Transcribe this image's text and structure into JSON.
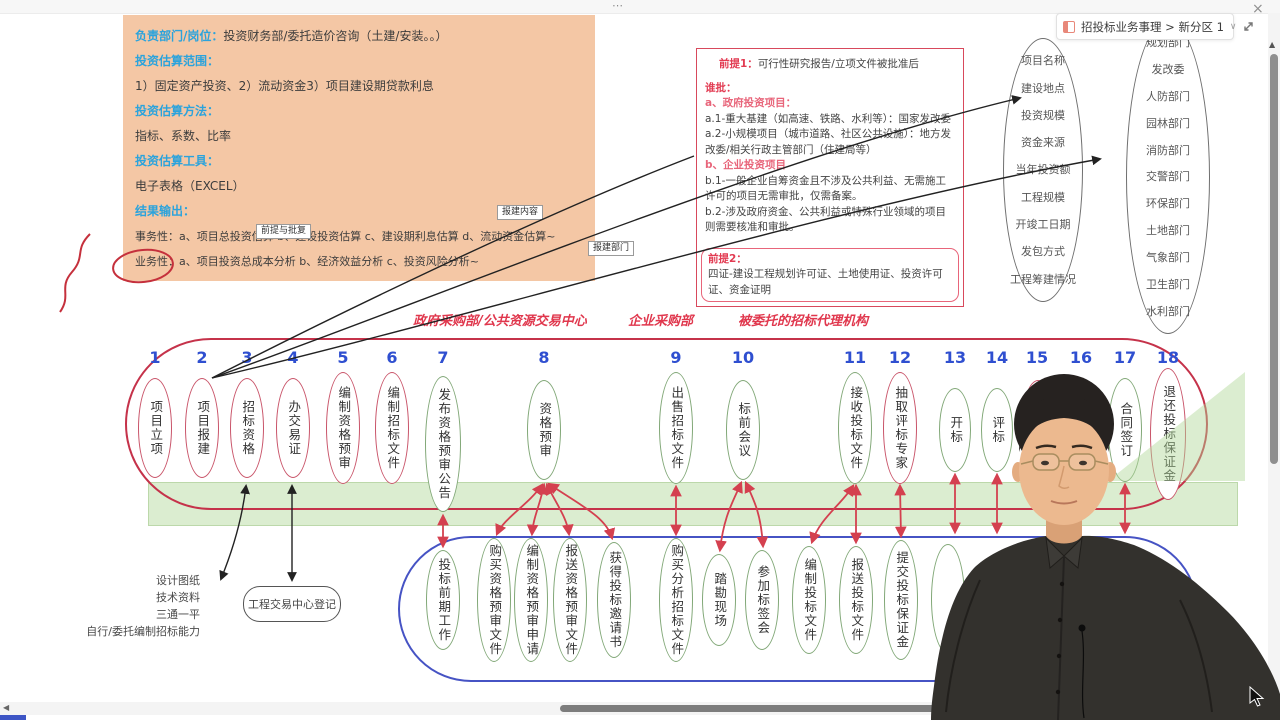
{
  "window": {
    "handle_dots": "⋯",
    "close": "×",
    "tab": {
      "title": "招投标业务事理 > 新分区 1",
      "chevron": "∨"
    }
  },
  "icons": {
    "scroll_up": "▲",
    "scroll_left": "◀"
  },
  "colors": {
    "info_box_bg": "#f4c7a5",
    "heading_blue": "#2ba3dc",
    "label_red": "#e23b52",
    "container_red": "#c5324a",
    "container_blue": "#4653c4",
    "oval_red": "#c9556a",
    "oval_green": "#82a878",
    "arrow_red": "#d4404f",
    "band_green": "#cfe8c2",
    "number_blue": "#2f4fd0"
  },
  "info_box": {
    "l1_label": "负责部门/岗位：",
    "l1_text": "投资财务部/委托造价咨询（土建/安装。。）",
    "l2": "投资估算范围：",
    "l3": "1）固定资产投资、2）流动资金3）项目建设期贷款利息",
    "l4": "投资估算方法：",
    "l5": "指标、系数、比率",
    "l6": "投资估算工具：",
    "l7": "电子表格（EXCEL）",
    "l8": "结果输出：",
    "l9_label": "事务性：",
    "l9_text": "a、项目总投资估算 b、建设投资估算 c、建设期利息估算 d、流动资金估算~",
    "l10_label": "业务性：",
    "l10_text": "a、项目投资总成本分析 b、经济效益分析 c、投资风险分析~"
  },
  "premise_box": {
    "p1_label": "前提1：",
    "p1_text": "可行性研究报告/立项文件被批准后",
    "who": "谁批：",
    "a_label": "a、政府投资项目：",
    "a1": "a.1-重大基建（如高速、铁路、水利等）：国家发改委",
    "a2": "a.2-小规模项目（城市道路、社区公共设施）：地方发改委/相关行政主管部门（住建局等）",
    "b_label": "b、企业投资项目",
    "b1": "b.1-一般企业自筹资金且不涉及公共利益、无需施工许可的项目无需审批，仅需备案。",
    "b2": "b.2-涉及政府资金、公共利益或特殊行业领域的项目则需要核准和审批。",
    "p2_label": "前提2：",
    "p2_text": "四证-建设工程规划许可证、土地使用证、投资许可证、资金证明"
  },
  "report_content_column": {
    "items": [
      "项目名称",
      "建设地点",
      "投资规模",
      "资金来源",
      "当年投资额",
      "工程规模",
      "开竣工日期",
      "发包方式",
      "工程筹建情况"
    ]
  },
  "report_dept_column": {
    "items": [
      "规划部门",
      "发改委",
      "人防部门",
      "园林部门",
      "消防部门",
      "交警部门",
      "环保部门",
      "土地部门",
      "气象部门",
      "卫生部门",
      "水利部门"
    ]
  },
  "connector_labels": {
    "premise": "前提与批复",
    "content": "报建内容",
    "dept": "报建部门"
  },
  "row_labels": {
    "gov": "政府采购部/公共资源交易中心",
    "enterprise": "企业采购部",
    "agency": "被委托的招标代理机构"
  },
  "main_flow": {
    "steps": [
      {
        "n": "1",
        "label": "项目立项"
      },
      {
        "n": "2",
        "label": "项目报建"
      },
      {
        "n": "3",
        "label": "招标资格"
      },
      {
        "n": "4",
        "label": "办交易证"
      },
      {
        "n": "5",
        "label": "编制资格预审"
      },
      {
        "n": "6",
        "label": "编制招标文件"
      },
      {
        "n": "7",
        "label": "发布资格预审公告"
      },
      {
        "n": "8",
        "label": "资格预审"
      },
      {
        "n": "9",
        "label": "出售招标文件"
      },
      {
        "n": "10",
        "label": "标前会议"
      },
      {
        "n": "11",
        "label": "接收投标文件"
      },
      {
        "n": "12",
        "label": "抽取评标专家"
      },
      {
        "n": "13",
        "label": "开标"
      },
      {
        "n": "14",
        "label": "评标"
      },
      {
        "n": "15",
        "label": ""
      },
      {
        "n": "16",
        "label": ""
      },
      {
        "n": "17",
        "label": "合同签订"
      },
      {
        "n": "18",
        "label": "退还投标保证金"
      }
    ]
  },
  "bottom_flow": {
    "steps": [
      {
        "label": "投标前期工作"
      },
      {
        "label": "购买资格预审文件"
      },
      {
        "label": "编制资格预审申请"
      },
      {
        "label": "报送资格预审文件"
      },
      {
        "label": "获得投标邀请书"
      },
      {
        "label": "购买分析招标文件"
      },
      {
        "label": "踏勘现场"
      },
      {
        "label": "参加标签会"
      },
      {
        "label": "编制投标文件"
      },
      {
        "label": "报送投标文件"
      },
      {
        "label": "提交投标保证金"
      }
    ]
  },
  "bottom_left_notes": {
    "l1": "设计图纸",
    "l2": "技术资料",
    "l3": "三通一平",
    "l4": "自行/委托编制招标能力"
  },
  "registry_box": "工程交易中心登记"
}
